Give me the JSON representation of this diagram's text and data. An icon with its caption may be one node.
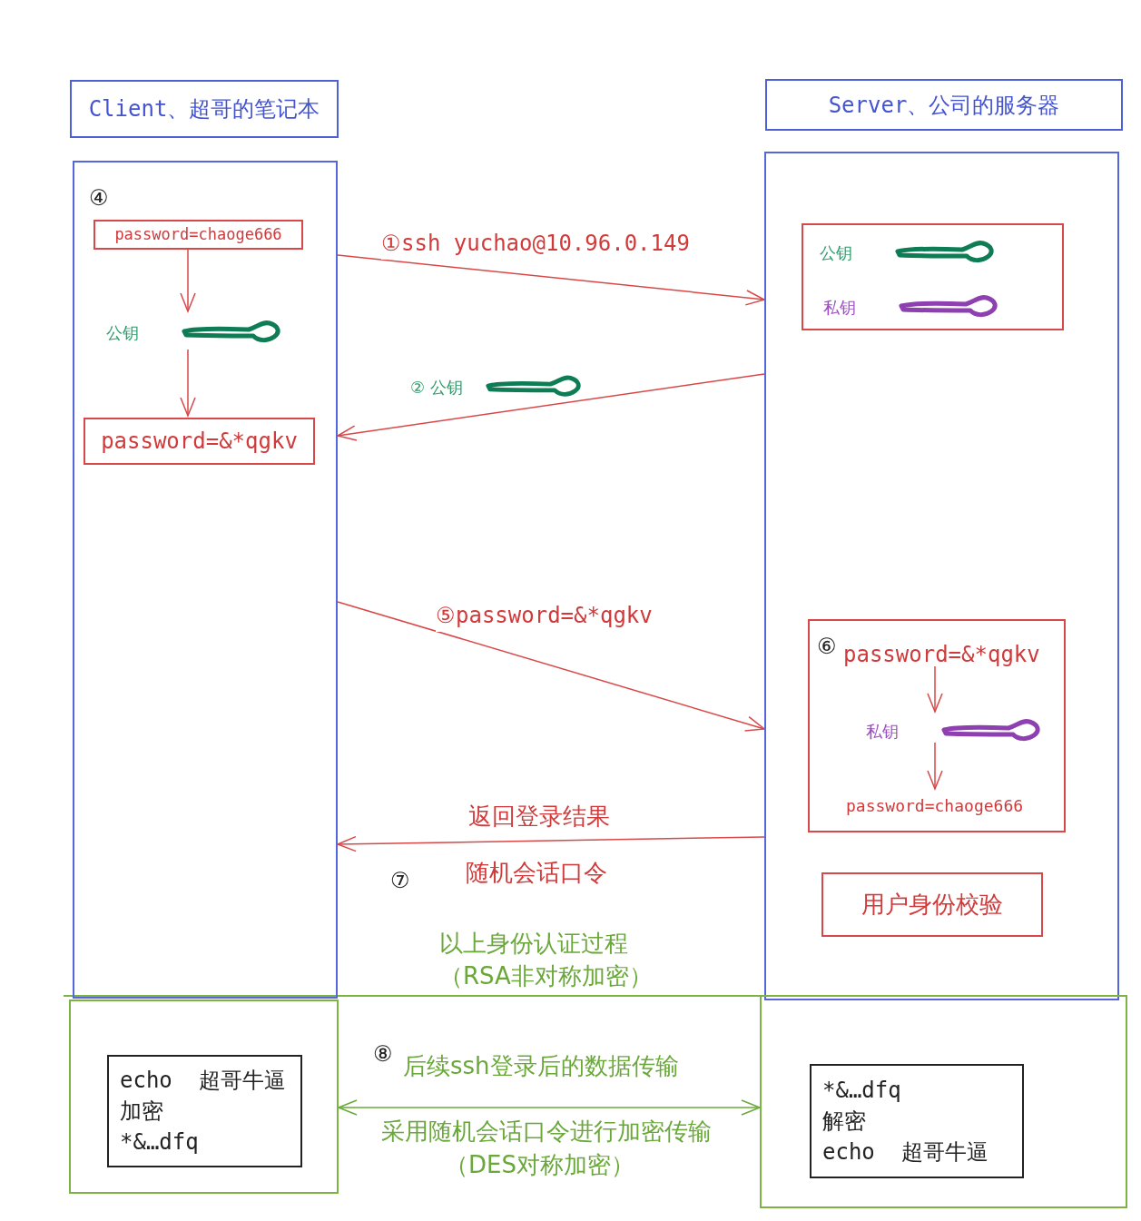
{
  "diagram": {
    "nodes": [
      {
        "text": [
          "Client、超哥的笔记本"
        ]
      },
      {
        "text": [],
        "shape": "box"
      },
      {
        "text": [
          "password=chaoge666"
        ],
        "in": 1
      },
      {
        "text": [
          "公钥"
        ],
        "in": 1
      },
      {
        "text": [
          "password=&*qgkv"
        ],
        "in": 1
      },
      {
        "text": [
          "Server、公司的服务器"
        ]
      },
      {
        "text": [],
        "shape": "box"
      },
      {
        "text": [],
        "shape": "box",
        "in": 6
      },
      {
        "text": [
          "公钥"
        ],
        "in": 7
      },
      {
        "text": [
          "私钥"
        ],
        "in": 7
      },
      {
        "text": [
          "⑥"
        ],
        "in": 6
      },
      {
        "text": [
          "password=&*qgkv"
        ],
        "in": 10
      },
      {
        "text": [
          "私钥"
        ],
        "in": 10
      },
      {
        "text": [
          "password=chaoge666"
        ],
        "in": 10
      },
      {
        "text": [
          "用户身份校验"
        ],
        "in": 6
      },
      {
        "text": [],
        "shape": "box"
      },
      {
        "text": [
          "echo  超哥牛逼",
          "加密",
          "*&…dfq"
        ],
        "in": 15
      },
      {
        "text": [],
        "shape": "box"
      },
      {
        "text": [
          "*&…dfq",
          "解密",
          "echo  超哥牛逼"
        ],
        "in": 17
      }
    ],
    "edges": [
      {
        "from": 1,
        "to": 6,
        "arrow": "to",
        "label": "①ssh yuchao@10.96.0.149"
      },
      {
        "from": 6,
        "to": 1,
        "arrow": "to",
        "label": "② 公钥"
      },
      {
        "from": 2,
        "to": 3,
        "arrow": "to"
      },
      {
        "from": 3,
        "to": 4,
        "arrow": "to"
      },
      {
        "from": 1,
        "to": 6,
        "arrow": "to",
        "label": "⑤password=&*qgkv"
      },
      {
        "from": 11,
        "to": 12,
        "arrow": "to"
      },
      {
        "from": 12,
        "to": 13,
        "arrow": "to"
      },
      {
        "from": 6,
        "to": 1,
        "arrow": "to",
        "label": "返回登录结果"
      },
      {
        "from": 15,
        "to": 17,
        "arrow": "both",
        "label": "后续ssh登录后的数据传输",
        "color": "#6aa83a"
      }
    ],
    "labels": [
      "④",
      "⑦",
      "随机会话口令",
      "以上身份认证过程",
      "（RSA非对称加密）",
      "⑧",
      "采用随机会话口令进行加密传输",
      "（DES对称加密）"
    ]
  }
}
